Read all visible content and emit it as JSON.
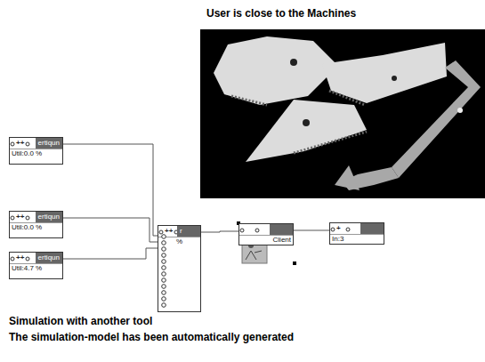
{
  "diagram": {
    "nodes": [
      {
        "text": [
          "++",
          "ertiqun",
          "Util:0.0 %"
        ]
      },
      {
        "text": [
          "++",
          "ertiqun",
          "Util:0.0 %"
        ]
      },
      {
        "text": [
          "++",
          "ertiqun",
          "Util:4.7 %"
        ]
      },
      {
        "text": [
          "++",
          "r",
          "%"
        ]
      },
      {
        "text": [
          "Client"
        ]
      },
      {
        "text": [
          "+",
          "In:3"
        ]
      }
    ],
    "edges": [
      {
        "from": 0,
        "to": 3,
        "arrow": "none"
      },
      {
        "from": 1,
        "to": 3,
        "arrow": "none"
      },
      {
        "from": 2,
        "to": 3,
        "arrow": "none"
      },
      {
        "from": 3,
        "to": 4,
        "arrow": "none"
      },
      {
        "from": 4,
        "to": 5,
        "arrow": "none"
      }
    ],
    "labels": [
      "User is close to the Machines",
      "Simulation with another tool",
      "The simulation-model has been automatically generated"
    ]
  }
}
